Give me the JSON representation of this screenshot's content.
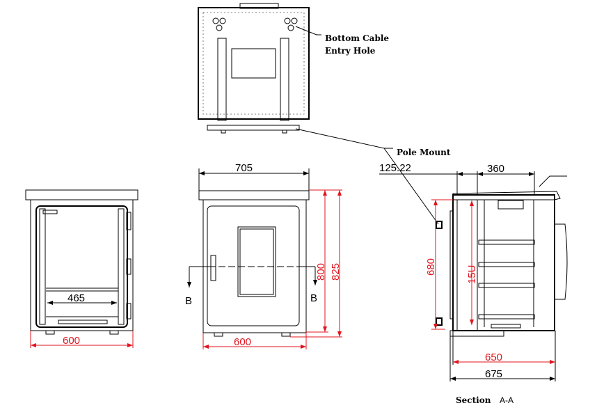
{
  "labels": {
    "bottom_cable_line1": "Bottom Cable",
    "bottom_cable_line2": "Entry Hole",
    "pole_mount": "Pole Mount",
    "section_word": "Section",
    "section_id": "A-A",
    "section_marker_left": "B",
    "section_marker_right": "B"
  },
  "dimensions": {
    "top_width": "705",
    "offset": "125.22",
    "depth_inner": "360",
    "rail_width": "465",
    "front_left_width": "600",
    "front_width": "600",
    "door_height": "800",
    "overall_height": "825",
    "mount_spacing": "680",
    "rack_units": "15U",
    "side_depth": "650",
    "overall_depth": "675"
  },
  "colors": {
    "dimension": "#e0141e",
    "line": "#000000"
  }
}
